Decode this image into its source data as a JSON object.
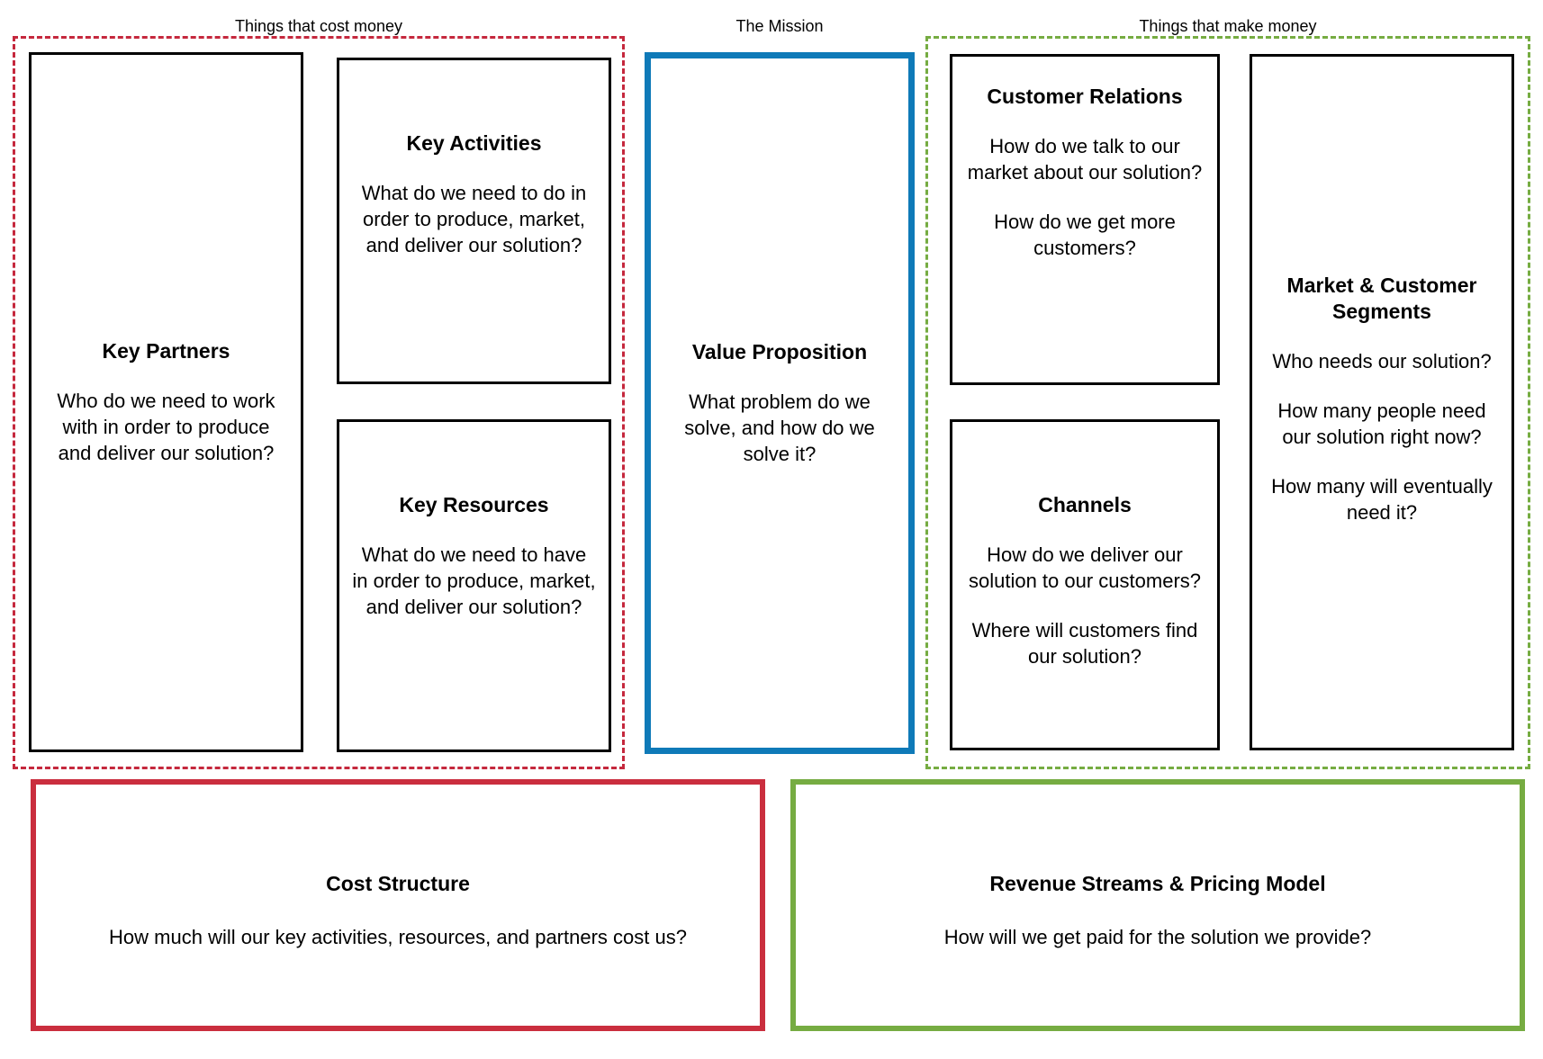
{
  "meta": {
    "diagram_title": "Business Model Canvas",
    "colors": {
      "cost_dashed": "#c5283d",
      "make_dashed": "#76ac42",
      "mission_border": "#0f7ab8",
      "cost_structure_border": "#ca2e3e",
      "revenue_border": "#76ac42",
      "block_border": "#000000",
      "text": "#000000",
      "background": "#ffffff"
    }
  },
  "bands": {
    "cost": {
      "label": "Things that cost money"
    },
    "mission": {
      "label": "The Mission"
    },
    "make": {
      "label": "Things that make money"
    }
  },
  "blocks": {
    "key_partners": {
      "title": "Key Partners",
      "lines": [
        "Who do we need to work with in order to produce and deliver our solution?"
      ]
    },
    "key_activities": {
      "title": "Key Activities",
      "lines": [
        "What do we need to do in order to produce, market, and deliver our solution?"
      ]
    },
    "key_resources": {
      "title": "Key Resources",
      "lines": [
        "What do we need to have in order to produce, market, and deliver our solution?"
      ]
    },
    "value_proposition": {
      "title": "Value Proposition",
      "lines": [
        "What problem do we solve, and how do we solve it?"
      ]
    },
    "customer_relations": {
      "title": "Customer Relations",
      "lines": [
        "How do we talk to our market about our solution?",
        "How do we get more customers?"
      ]
    },
    "channels": {
      "title": "Channels",
      "lines": [
        "How do we deliver our solution to our customers?",
        "Where will customers find our solution?"
      ]
    },
    "market_segments": {
      "title": "Market & Customer Segments",
      "lines": [
        "Who needs our solution?",
        "How many people need our solution right now?",
        "How many will eventually need it?"
      ]
    },
    "cost_structure": {
      "title": "Cost Structure",
      "lines": [
        "How much will our key activities, resources, and partners cost us?"
      ]
    },
    "revenue_streams": {
      "title": "Revenue Streams & Pricing Model",
      "lines": [
        "How will we get paid for the solution we provide?"
      ]
    }
  }
}
